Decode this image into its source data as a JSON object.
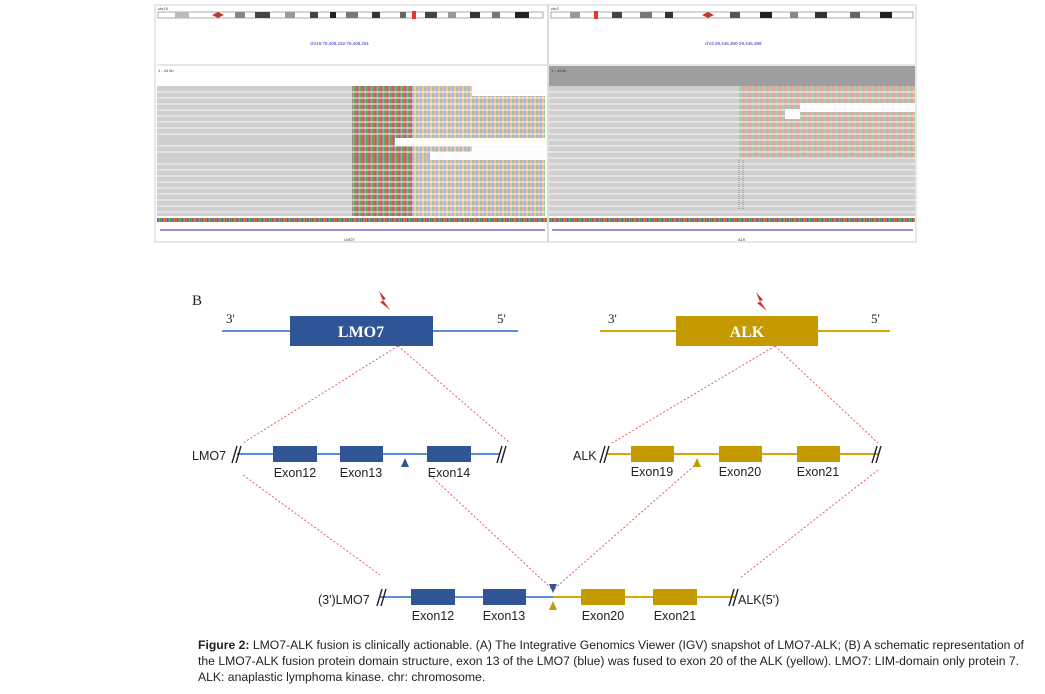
{
  "panel_b_label": "B",
  "igv": {
    "left_chrom": "chr15",
    "left_coord": "chr15:76,408,232-76,408,281",
    "left_track": "1 - 44 kb",
    "left_gene": "LMO7",
    "right_chrom": "chr2",
    "right_coord": "chr2:29,446,360-29,446,389",
    "right_track": "1 - 44 kb",
    "right_gene": "ALK"
  },
  "schematic": {
    "lmo7_top": {
      "title": "LMO7",
      "left_end": "3'",
      "right_end": "5'"
    },
    "alk_top": {
      "title": "ALK",
      "left_end": "3'",
      "right_end": "5'"
    },
    "lmo7_detail": {
      "gene": "LMO7",
      "exons": [
        "Exon12",
        "Exon13",
        "Exon14"
      ]
    },
    "alk_detail": {
      "gene": "ALK",
      "exons": [
        "Exon19",
        "Exon20",
        "Exon21"
      ]
    },
    "fusion": {
      "left_gene": "(3')LMO7",
      "right_gene": "ALK(5')",
      "exons": [
        "Exon12",
        "Exon13",
        "Exon20",
        "Exon21"
      ]
    }
  },
  "colors": {
    "lmo7_blue": "#2f5597",
    "lmo7_line": "#5b8ed6",
    "alk_gold": "#c49a00",
    "alk_line": "#d4a900",
    "dashed_red": "#e06060",
    "bolt_red": "#d32f2f"
  },
  "caption": {
    "lead": "Figure 2:",
    "body": " LMO7-ALK fusion is clinically actionable. (A) The Integrative Genomics Viewer (IGV) snapshot of LMO7-ALK; (B) A schematic representation of the LMO7-ALK fusion protein domain structure, exon 13 of the LMO7 (blue) was fused to exon 20 of the ALK (yellow). LMO7: LIM-domain only protein 7. ALK: anaplastic lymphoma kinase. chr: chromosome."
  }
}
